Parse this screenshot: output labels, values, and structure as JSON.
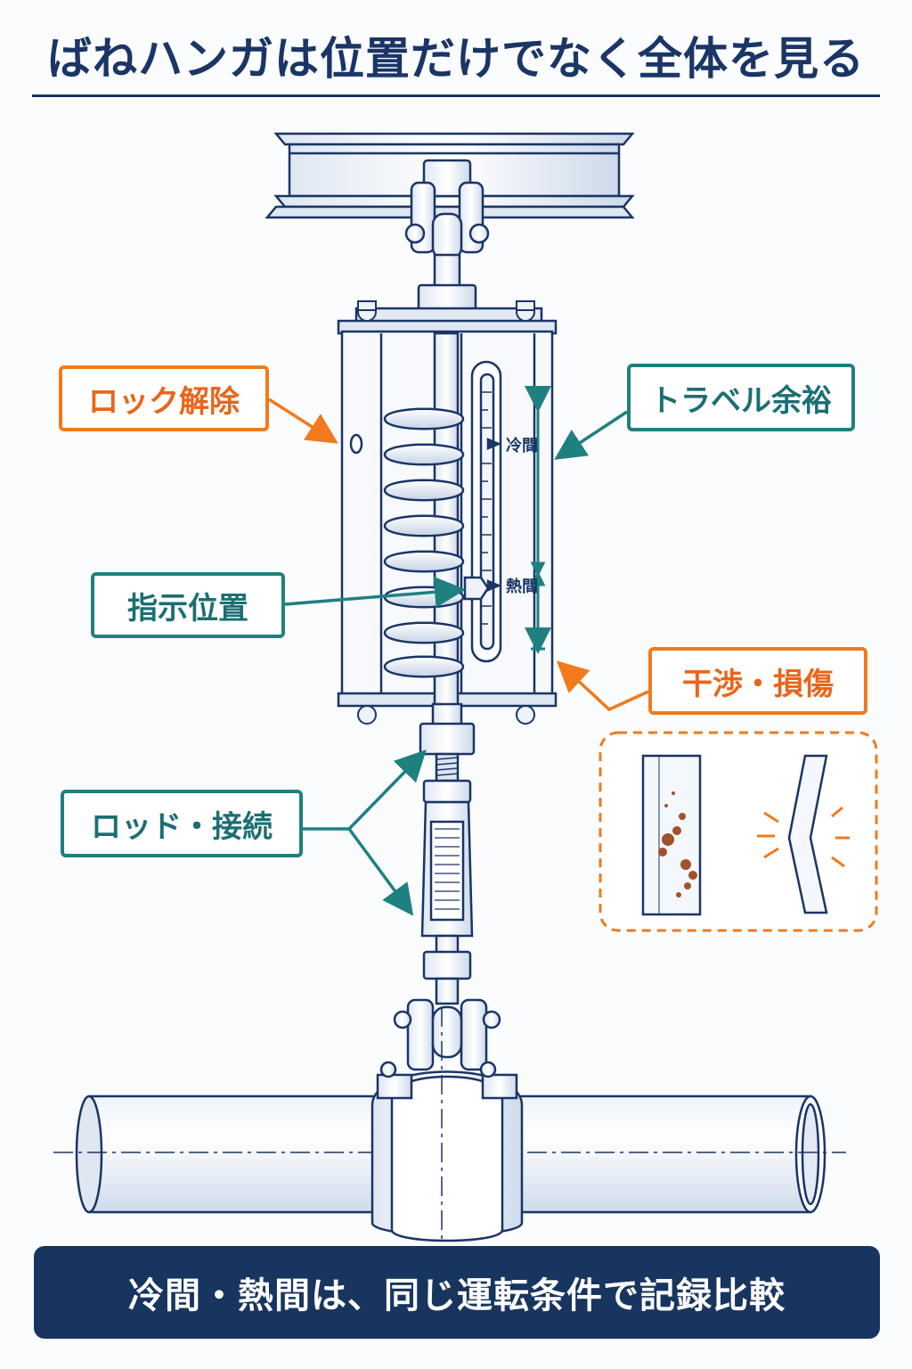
{
  "title": "ばねハンガは位置だけでなく全体を見る",
  "callouts": {
    "lock_release": "ロック解除",
    "travel_margin": "トラベル余裕",
    "indicator_position": "指示位置",
    "interference_damage": "干渉・損傷",
    "rod_connection": "ロッド・接続"
  },
  "scale": {
    "cold_label": "冷間",
    "hot_label": "熱間"
  },
  "bottom_banner": "冷間・熱間は、同じ運転条件で記録比較",
  "colors": {
    "navy": "#1a3566",
    "orange": "#f07a1c",
    "teal": "#1f8080",
    "rust": "#a0522d"
  }
}
